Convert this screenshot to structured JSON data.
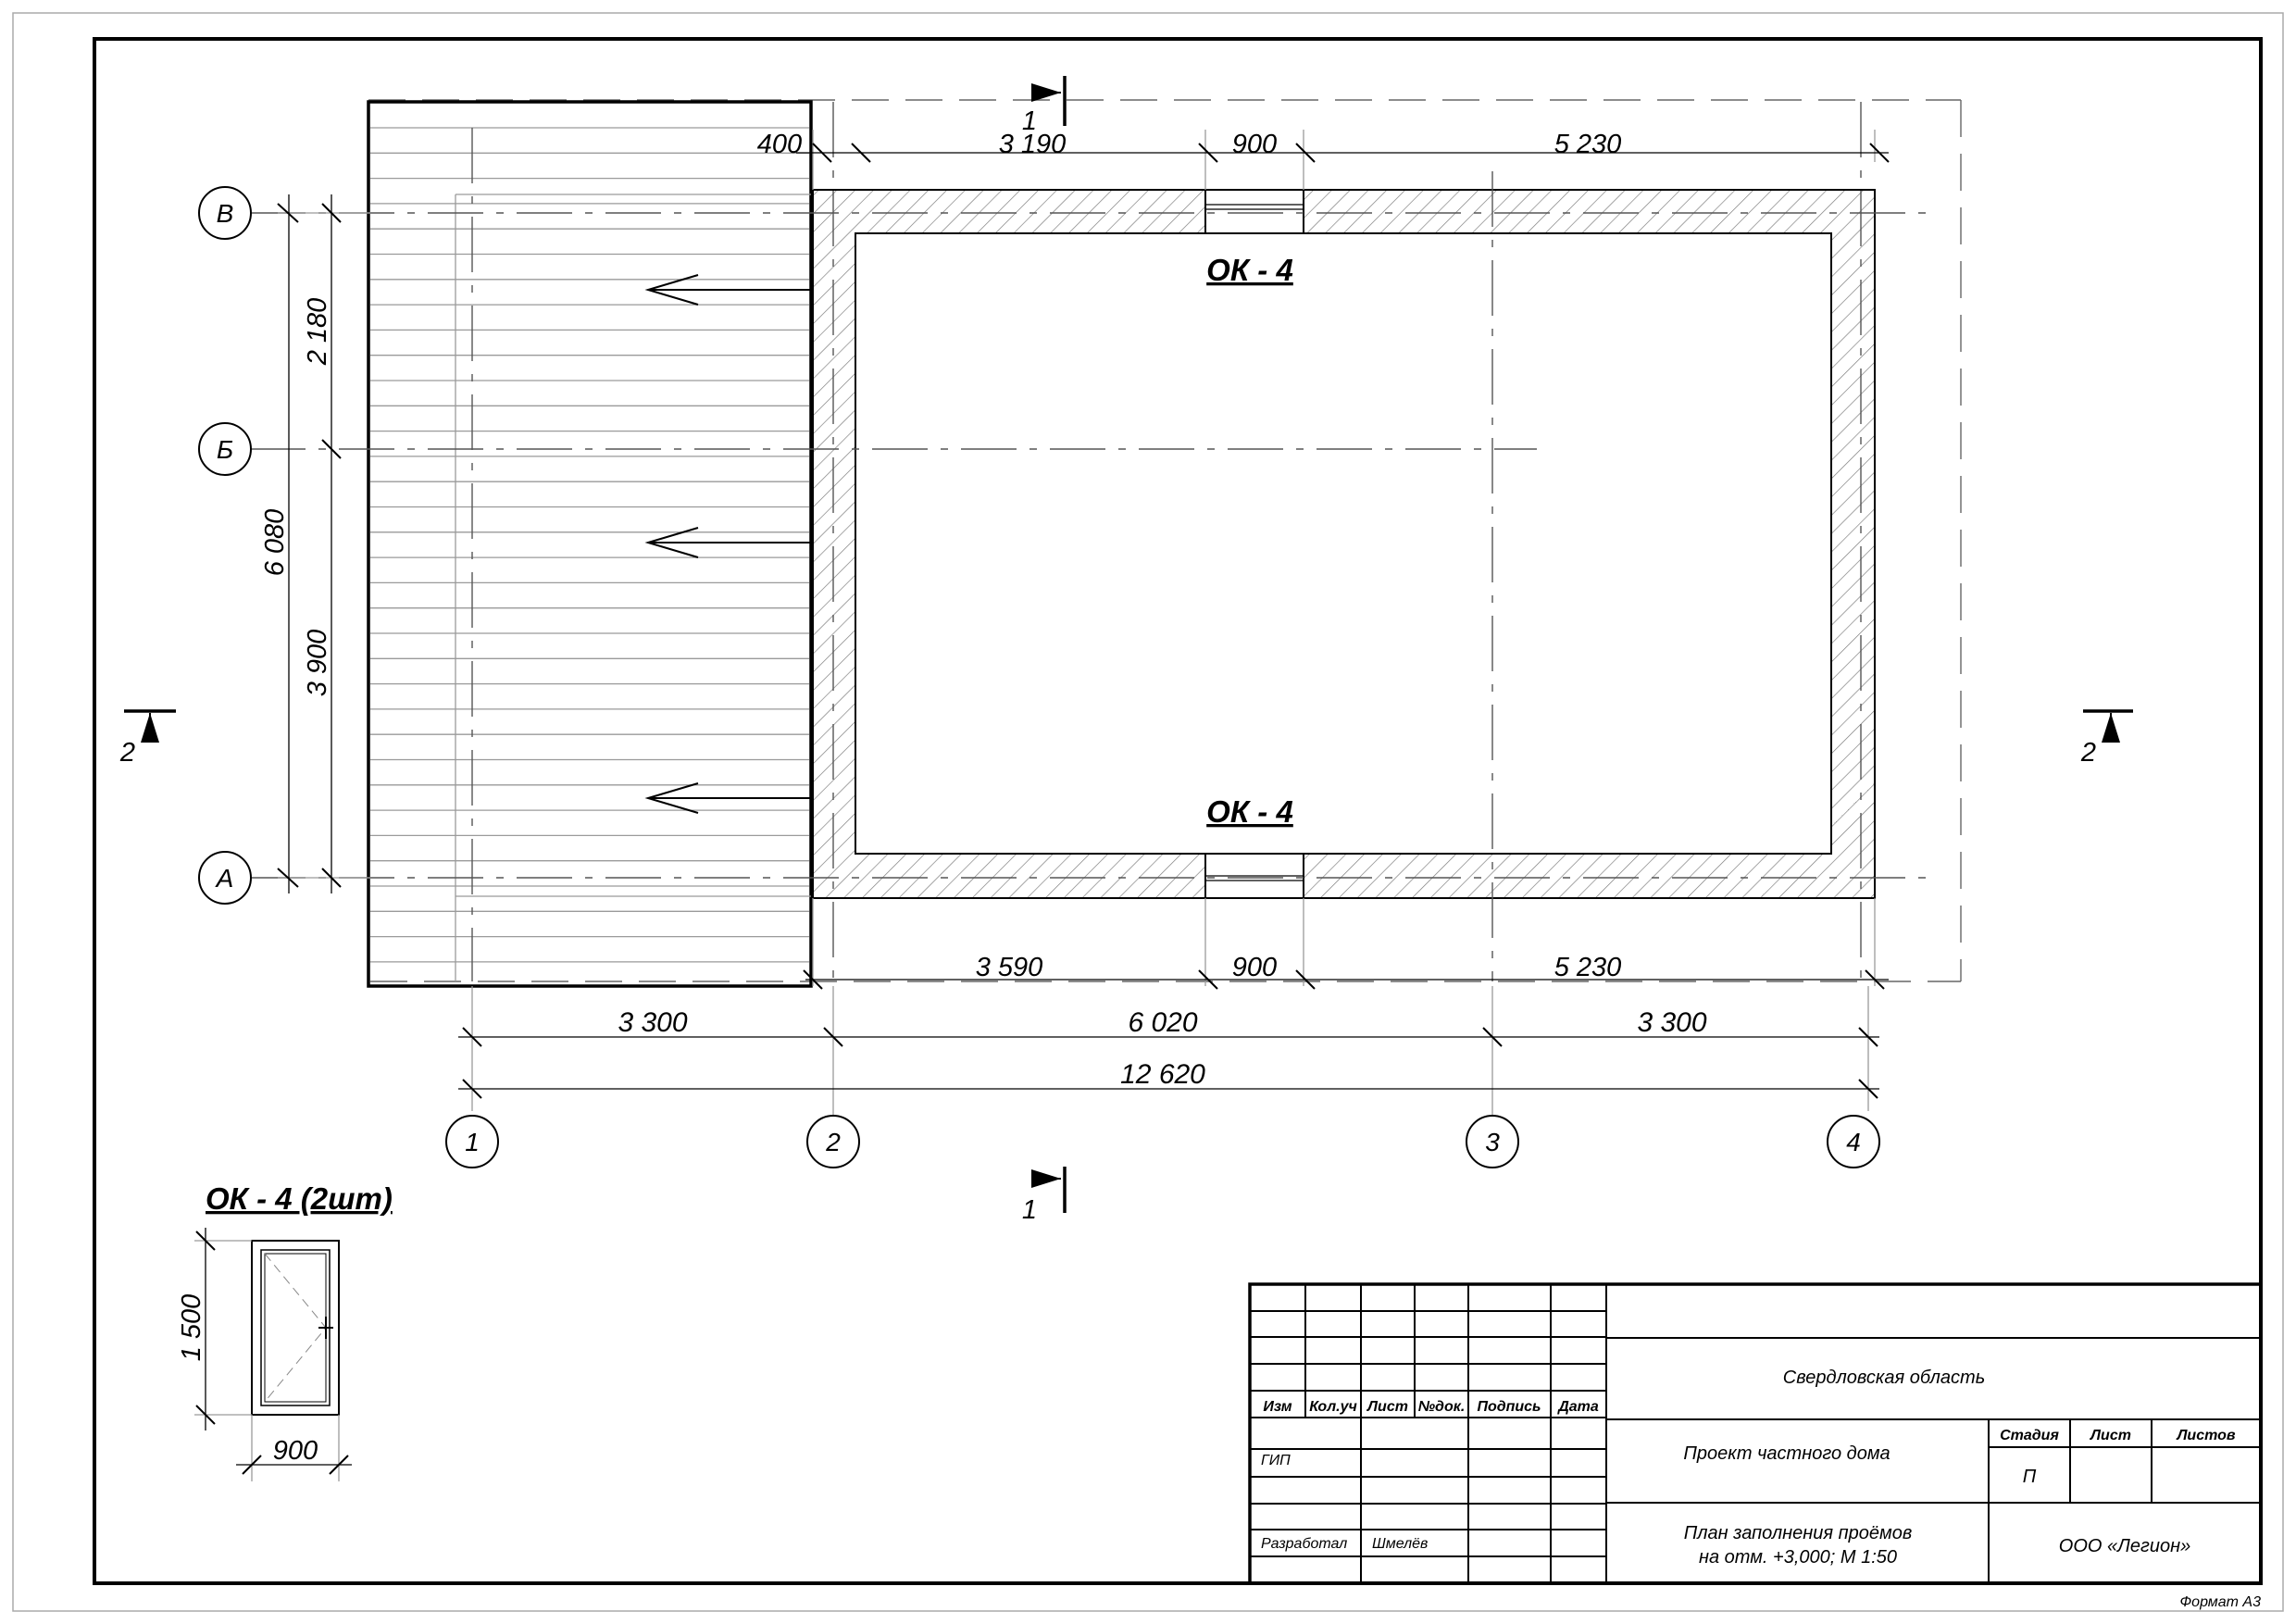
{
  "drawing": {
    "axes_vertical": [
      "1",
      "2",
      "3",
      "4"
    ],
    "axes_horizontal": [
      "В",
      "Б",
      "А"
    ],
    "section_marks": {
      "cut_1": "1",
      "cut_2": "2"
    },
    "window_label": "ОК - 4",
    "window_schedule_title": "ОК - 4 (2шт)",
    "window_height": "1 500",
    "window_width": "900",
    "dims_top": [
      "400",
      "3 190",
      "900",
      "5 230"
    ],
    "dims_bottom_inner": [
      "3 590",
      "900",
      "5 230"
    ],
    "dims_bottom_axes": [
      "3 300",
      "6 020",
      "3 300"
    ],
    "dim_total_length": "12 620",
    "dims_left": [
      "2 180",
      "3 900"
    ],
    "dim_total_width": "6 080"
  },
  "title_block": {
    "col_headers": [
      "Изм",
      "Кол.уч",
      "Лист",
      "№док.",
      "Подпись",
      "Дата"
    ],
    "region": "Свердловская область",
    "project": "Проект частного дома",
    "sheet_title_line1": "План заполнения проёмов",
    "sheet_title_line2": "на отм. +3,000; М 1:50",
    "stage_header": "Стадия",
    "sheet_header": "Лист",
    "sheets_header": "Листов",
    "stage_value": "П",
    "role_gip": "ГИП",
    "role_developer": "Разработал",
    "developer_name": "Шмелёв",
    "company": "ООО «Легион»"
  },
  "format_label": "Формат А3"
}
